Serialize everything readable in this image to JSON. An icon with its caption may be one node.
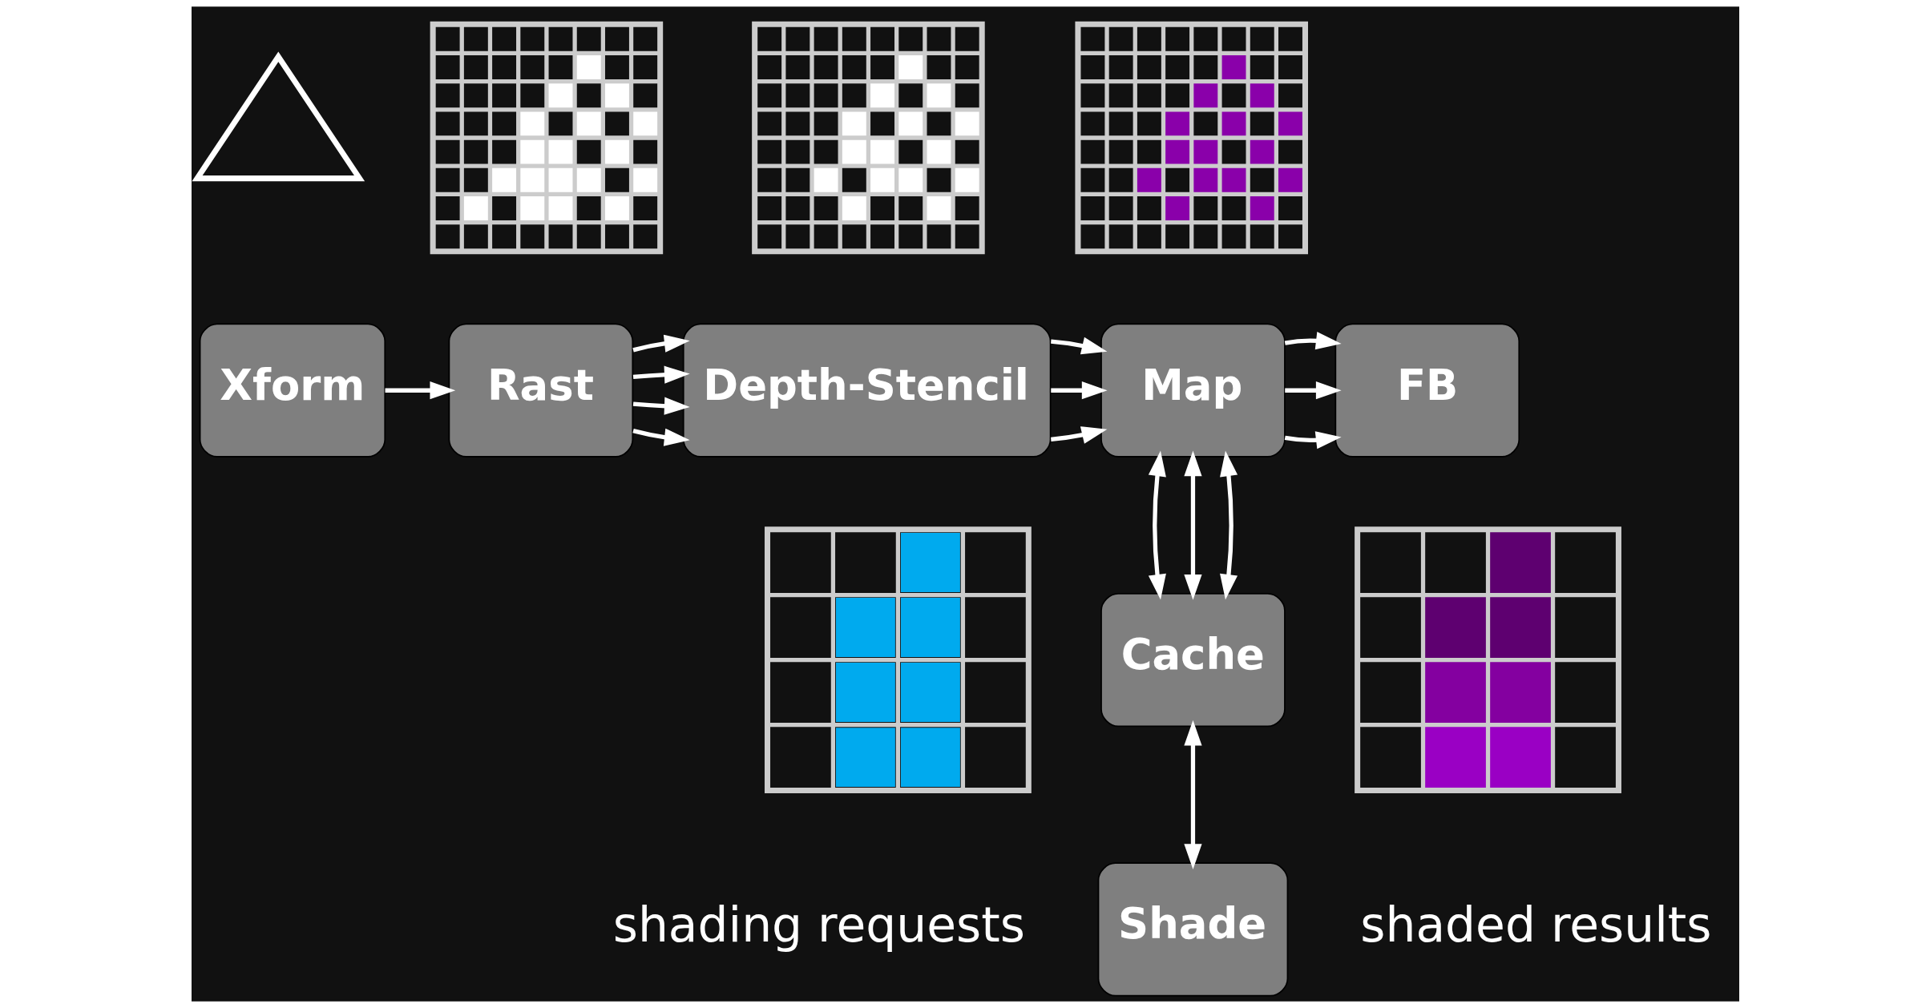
{
  "diagram": {
    "nodes": [
      {
        "text": [],
        "shape": "picture"
      },
      {
        "text": [],
        "shape": "picture"
      },
      {
        "text": [],
        "shape": "picture"
      },
      {
        "text": [],
        "shape": "picture"
      },
      {
        "text": [
          "Xform"
        ]
      },
      {
        "text": [
          "Rast"
        ]
      },
      {
        "text": [
          "Depth-Stencil"
        ]
      },
      {
        "text": [
          "Map"
        ]
      },
      {
        "text": [
          "FB"
        ]
      },
      {
        "text": [],
        "shape": "picture"
      },
      {
        "text": [
          "Cache"
        ]
      },
      {
        "text": [],
        "shape": "picture"
      },
      {
        "text": [
          "Shade"
        ]
      }
    ],
    "edges": [
      {
        "from": 4,
        "to": 5,
        "arrow": "to"
      },
      {
        "from": 5,
        "to": 6,
        "arrow": "to"
      },
      {
        "from": 5,
        "to": 6,
        "arrow": "to"
      },
      {
        "from": 5,
        "to": 6,
        "arrow": "to"
      },
      {
        "from": 5,
        "to": 6,
        "arrow": "to"
      },
      {
        "from": 6,
        "to": 7,
        "arrow": "to"
      },
      {
        "from": 6,
        "to": 7,
        "arrow": "to"
      },
      {
        "from": 6,
        "to": 7,
        "arrow": "to"
      },
      {
        "from": 7,
        "to": 8,
        "arrow": "to"
      },
      {
        "from": 7,
        "to": 8,
        "arrow": "to"
      },
      {
        "from": 7,
        "to": 8,
        "arrow": "to"
      },
      {
        "from": 7,
        "to": 10,
        "arrow": "both"
      },
      {
        "from": 7,
        "to": 10,
        "arrow": "both"
      },
      {
        "from": 7,
        "to": 10,
        "arrow": "both"
      },
      {
        "from": 10,
        "to": 12,
        "arrow": "both"
      }
    ],
    "labels": [
      "shading requests",
      "shaded results"
    ]
  }
}
